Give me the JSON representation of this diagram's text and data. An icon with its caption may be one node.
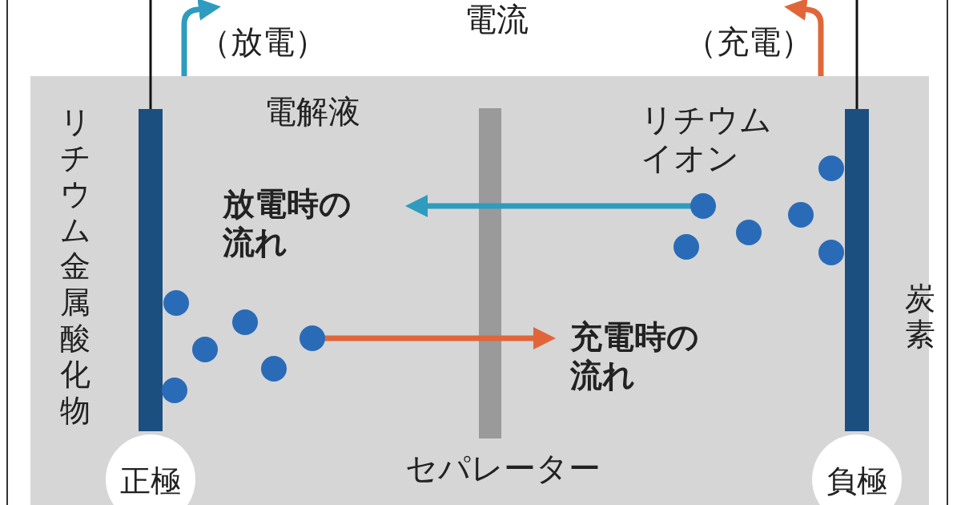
{
  "diagram": {
    "nodes": [
      {
        "text": [
          "電解液"
        ]
      },
      {
        "text": [
          "正極"
        ],
        "beside": [
          "リチウム金属酸化物"
        ],
        "in": 0
      },
      {
        "text": [
          "負極"
        ],
        "beside": [
          "炭素"
        ],
        "in": 0
      },
      {
        "text": [
          "セパレーター"
        ],
        "in": 0
      }
    ],
    "labels": [
      "電流",
      "（放電）",
      "（充電）",
      "リチウムイオン",
      "放電時の流れ",
      "充電時の流れ"
    ]
  }
}
